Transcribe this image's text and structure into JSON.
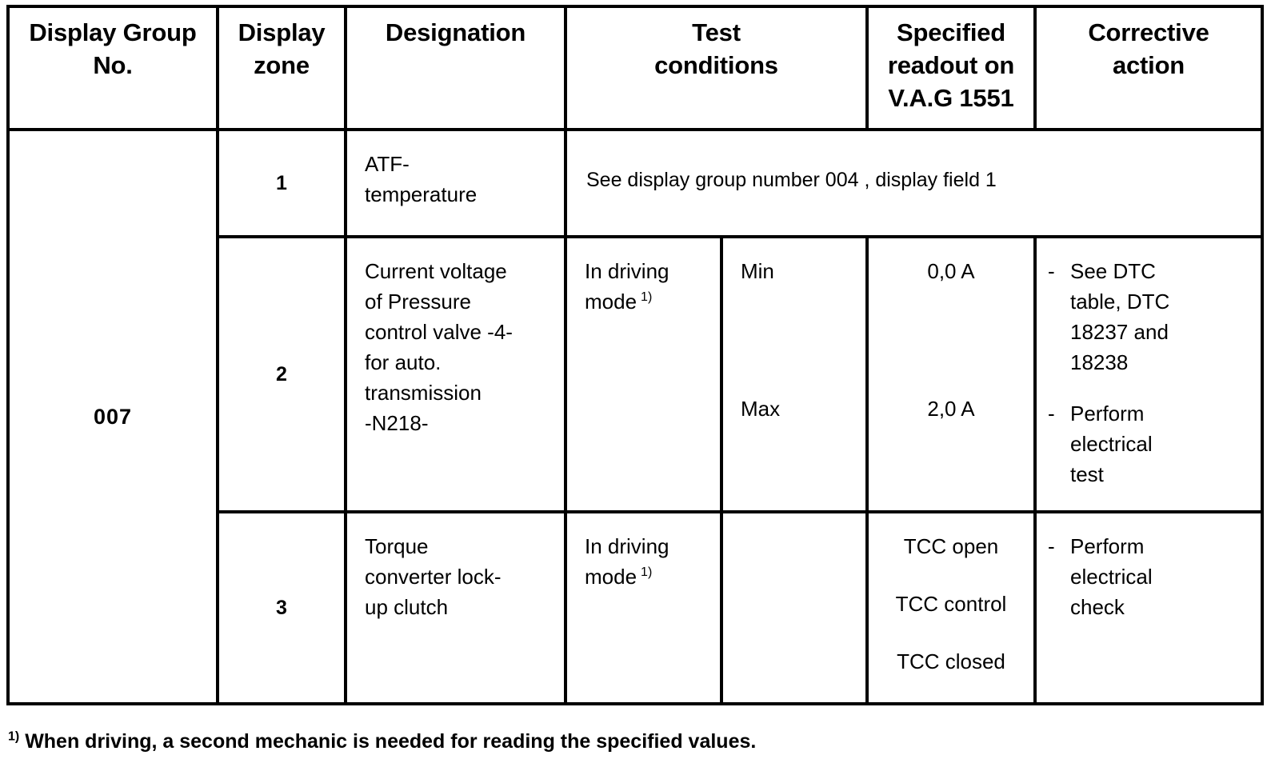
{
  "table": {
    "headers": [
      "Display Group\nNo.",
      "Display\nzone",
      "Designation",
      "Test\nconditions",
      "Specified\nreadout on\nV.A.G 1551",
      "Corrective\naction"
    ],
    "header_lines": {
      "display_group_l1": "Display Group",
      "display_group_l2": "No.",
      "display_zone_l1": "Display",
      "display_zone_l2": "zone",
      "designation": "Designation",
      "test_conditions_l1": "Test",
      "test_conditions_l2": "conditions",
      "specified_l1": "Specified",
      "specified_l2": "readout on",
      "specified_l3": "V.A.G 1551",
      "corrective_l1": "Corrective",
      "corrective_l2": "action"
    },
    "display_group_no": "007",
    "rows": [
      {
        "zone": "1",
        "designation_lines": [
          "ATF-",
          "temperature"
        ],
        "merged_note": "See display group number 004 , display field 1"
      },
      {
        "zone": "2",
        "designation_lines": [
          "Current voltage",
          "of Pressure",
          "control valve -4-",
          "for auto.",
          "transmission",
          "-N218-"
        ],
        "test_condition_lines": [
          "In driving",
          "mode"
        ],
        "test_condition_footnote": "1)",
        "limits": [
          {
            "label": "Min",
            "value": "0,0 A"
          },
          {
            "label": "Max",
            "value": "2,0 A"
          }
        ],
        "corrective_actions": [
          {
            "dash": "-",
            "lines": [
              "See DTC",
              "table, DTC",
              "18237 and",
              "18238"
            ]
          },
          {
            "dash": "-",
            "lines": [
              "Perform",
              "electrical",
              "test"
            ]
          }
        ]
      },
      {
        "zone": "3",
        "designation_lines": [
          "Torque",
          "converter lock-",
          "up clutch"
        ],
        "test_condition_lines": [
          "In driving",
          "mode"
        ],
        "test_condition_footnote": "1)",
        "readouts": [
          "TCC open",
          "TCC control",
          "TCC closed"
        ],
        "corrective_actions": [
          {
            "dash": "-",
            "lines": [
              "Perform",
              "electrical",
              "check"
            ]
          }
        ]
      }
    ]
  },
  "footnote": {
    "marker": "1)",
    "text": "When driving, a second mechanic is needed for reading the specified values."
  },
  "colors": {
    "border": "#000000",
    "text": "#000000",
    "background": "#ffffff"
  }
}
